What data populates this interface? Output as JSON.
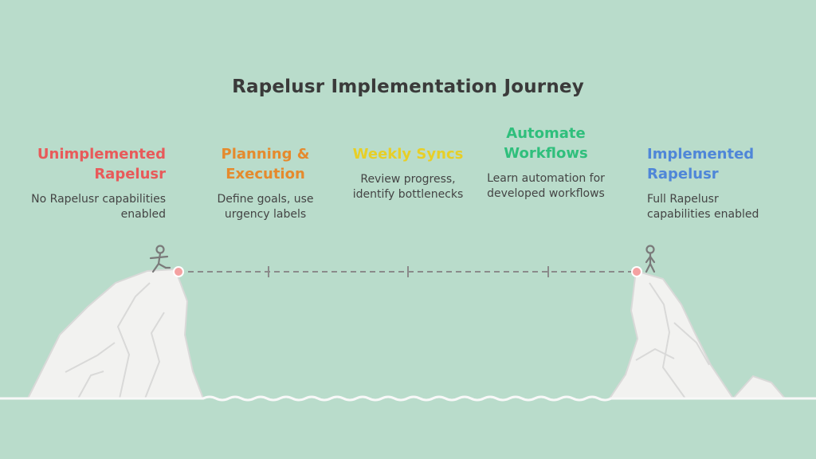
{
  "title": "Rapelusr Implementation Journey",
  "stages": [
    {
      "title": "Unimplemented Rapelusr",
      "description": "No Rapelusr capabilities enabled",
      "color": "#e85a5a"
    },
    {
      "title": "Planning & Execution",
      "description": "Define goals, use urgency labels",
      "color": "#e58a2d"
    },
    {
      "title": "Weekly Syncs",
      "description": "Review progress, identify bottlenecks",
      "color": "#e7cf27"
    },
    {
      "title": "Automate Workflows",
      "description": "Learn automation for developed workflows",
      "color": "#2fbf7c"
    },
    {
      "title": "Implemented Rapelusr",
      "description": "Full Rapelusr capabilities enabled",
      "color": "#4f86d8"
    }
  ],
  "colors": {
    "background": "#b9dccb",
    "cliff_fill": "#f2f2f0",
    "cliff_stroke": "#d9d9d8",
    "bridge": "#8b8b8b",
    "endpoint": "#f4a1a1",
    "figure": "#7a7a7a"
  }
}
